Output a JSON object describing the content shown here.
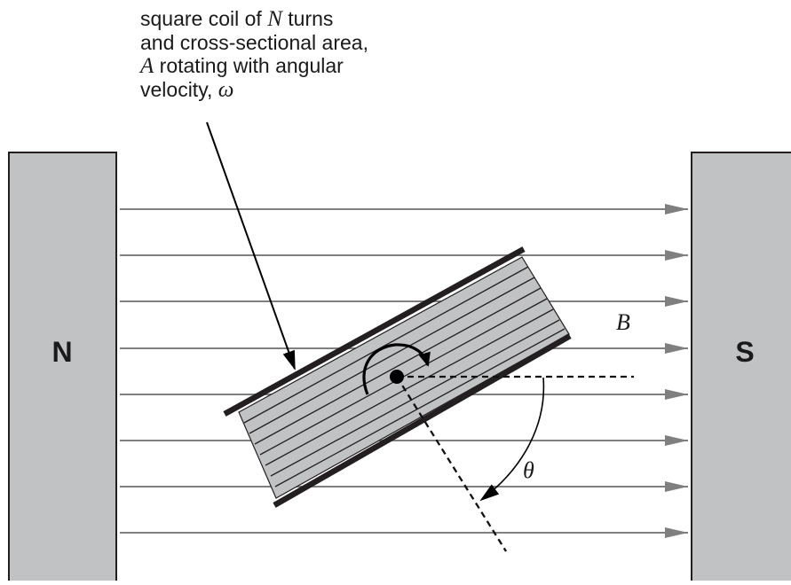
{
  "caption": {
    "part1": "square coil of ",
    "n_symbol": "N",
    "part2": " turns",
    "line2": "and cross-sectional area,",
    "a_symbol": "A",
    "line3_rest": " rotating with angular",
    "line4": "velocity, ",
    "omega_symbol": "ω"
  },
  "magnets": {
    "left_label": "N",
    "right_label": "S",
    "fill": "#c1c2c4",
    "stroke": "#231f20"
  },
  "field": {
    "label": "B",
    "line_color": "#7f7f7f",
    "line_count": 8
  },
  "angle_label": "θ",
  "coil": {
    "fill": "#c1c2c4",
    "edge_color": "#231f20",
    "winding_count": 7
  }
}
